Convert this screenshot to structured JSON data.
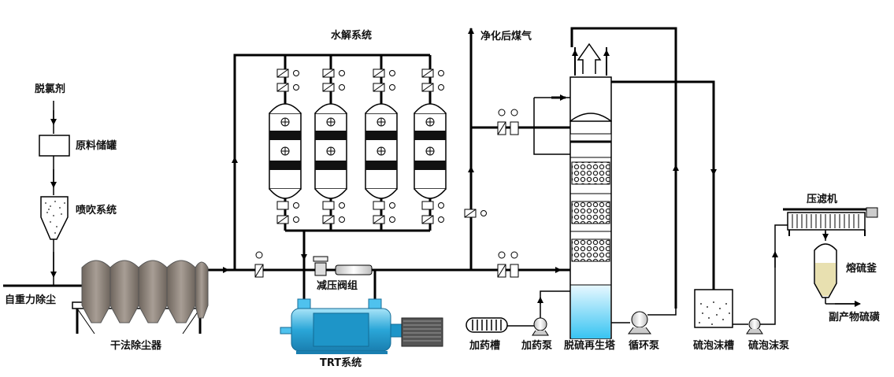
{
  "labels": {
    "hydrolysis_system": "水解系统",
    "cleaned_gas": "净化后煤气",
    "dechlorinator": "脱氯剂",
    "raw_tank": "原料储罐",
    "spray_system": "喷吹系统",
    "from_gravity_dust": "自重力除尘",
    "dry_dust_collector": "干法除尘器",
    "pressure_valve_group": "减压阀组",
    "trt_system": "TRT系统",
    "dosing_tank": "加药槽",
    "dosing_pump": "加药泵",
    "desulf_tower": "脱硫再生塔",
    "circulation_pump": "循环泵",
    "foam_tank": "硫泡沫槽",
    "foam_pump": "硫泡沫泵",
    "filter_press": "压滤机",
    "sulfur_kettle": "熔硫釜",
    "byproduct": "副产物硫磺"
  },
  "colors": {
    "pipe": "#000000",
    "dust_collector": "#8a8078",
    "trt_body": "#3fb8e8",
    "tower_liquid": "#5fd0f5",
    "kettle_liquid": "#e8e0b0"
  }
}
